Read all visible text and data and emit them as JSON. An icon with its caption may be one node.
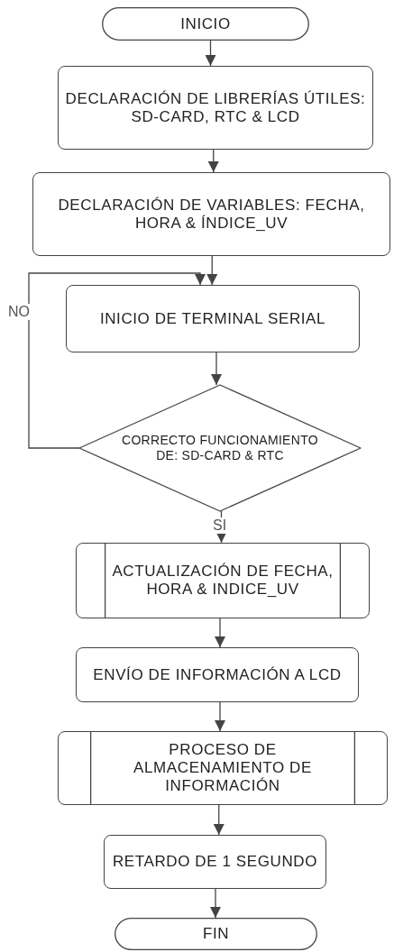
{
  "diagram": {
    "nodes": [
      {
        "text": [
          "INICIO"
        ]
      },
      {
        "text": [
          "DECLARACIÓN DE LIBRERÍAS ÚTILES: SD-CARD, RTC & LCD"
        ]
      },
      {
        "text": [
          "DECLARACIÓN DE VARIABLES: FECHA, HORA & ÍNDICE_UV"
        ]
      },
      {
        "text": [
          "INICIO DE TERMINAL SERIAL"
        ]
      },
      {
        "text": [
          "CORRECTO FUNCIONAMIENTO DE: SD-CARD & RTC"
        ]
      },
      {
        "text": [
          "ACTUALIZACIÓN DE FECHA, HORA & INDICE_UV"
        ]
      },
      {
        "text": [
          "ENVÍO DE INFORMACIÓN A LCD"
        ]
      },
      {
        "text": [
          "PROCESO DE ALMACENAMIENTO DE INFORMACIÓN"
        ]
      },
      {
        "text": [
          "RETARDO DE 1 SEGUNDO"
        ]
      },
      {
        "text": [
          "FIN"
        ]
      }
    ],
    "edges": [
      {
        "from": 0,
        "to": 1,
        "arrow": "to"
      },
      {
        "from": 1,
        "to": 2,
        "arrow": "to"
      },
      {
        "from": 2,
        "to": 3,
        "arrow": "to"
      },
      {
        "from": 3,
        "to": 4,
        "arrow": "to"
      },
      {
        "from": 4,
        "to": 3,
        "arrow": "to",
        "label": "NO"
      },
      {
        "from": 4,
        "to": 5,
        "arrow": "to",
        "label": "SI"
      },
      {
        "from": 5,
        "to": 6,
        "arrow": "to"
      },
      {
        "from": 6,
        "to": 7,
        "arrow": "to"
      },
      {
        "from": 7,
        "to": 8,
        "arrow": "to"
      },
      {
        "from": 8,
        "to": 9,
        "arrow": "to"
      }
    ]
  }
}
